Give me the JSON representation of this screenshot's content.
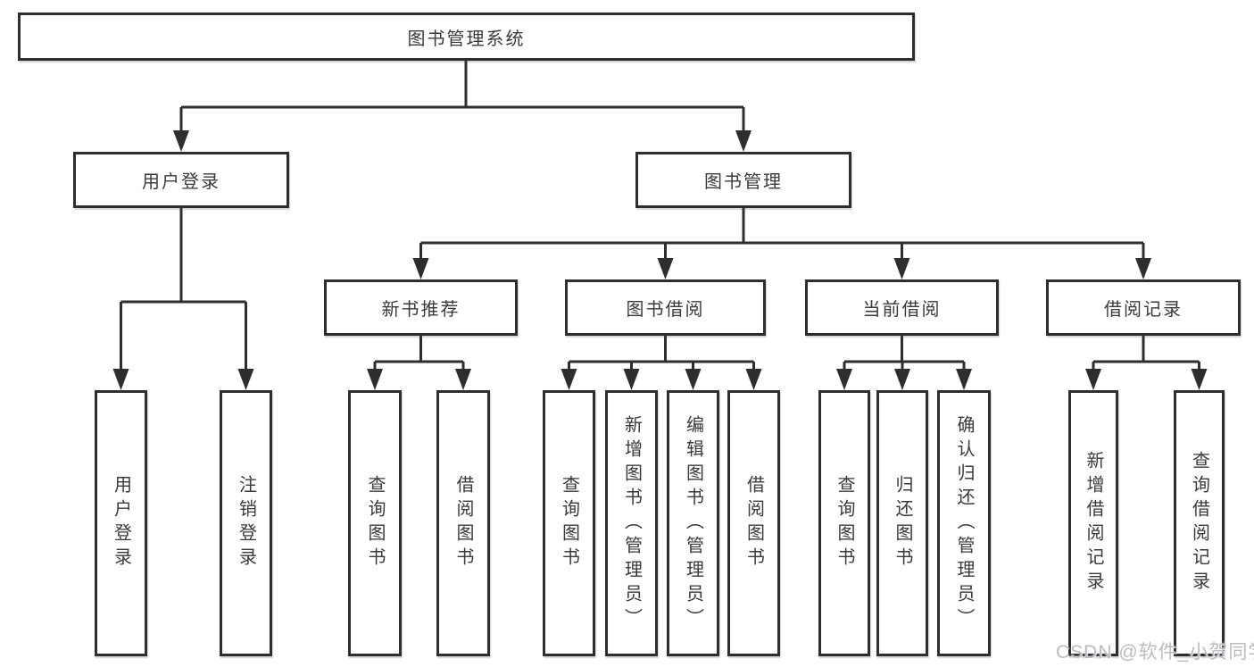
{
  "nodes": {
    "root": "图书管理系统",
    "user_login": "用户登录",
    "book_mgmt": "图书管理",
    "new_books": "新书推荐",
    "book_borrow": "图书借阅",
    "current_borrow": "当前借阅",
    "borrow_records": "借阅记录",
    "leaf_user_login": "用户登录",
    "leaf_logout": "注销登录",
    "nb_query_books": "查询图书",
    "nb_borrow_books": "借阅图书",
    "bb_query_books": "查询图书",
    "bb_add_books": "新增图书（管理员）",
    "bb_edit_books": "编辑图书（管理员）",
    "bb_borrow_books": "借阅图书",
    "cb_query_books": "查询图书",
    "cb_return_books": "归还图书",
    "cb_confirm_return": "确认归还（管理员）",
    "br_add_record": "新增借阅记录",
    "br_query_record": "查询借阅记录"
  },
  "watermark": "CSDN @软件_小贺同学",
  "colors": {
    "line": "#2e2e2e",
    "text": "#3a3a3a",
    "watermark": "#b9bcc2",
    "bg": "#ffffff"
  }
}
